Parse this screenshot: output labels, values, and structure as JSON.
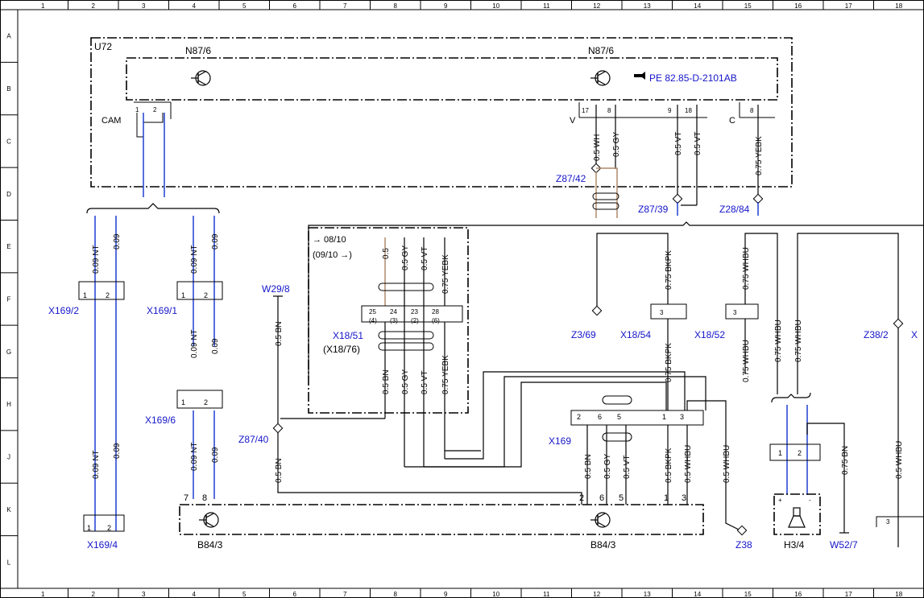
{
  "grid": {
    "columns": [
      "1",
      "2",
      "3",
      "4",
      "5",
      "6",
      "7",
      "8",
      "9",
      "10",
      "11",
      "12",
      "13",
      "14",
      "15",
      "16",
      "17",
      "18"
    ],
    "rows": [
      "A",
      "B",
      "C",
      "D",
      "E",
      "F",
      "G",
      "H",
      "J",
      "K",
      "L"
    ]
  },
  "components": {
    "u72": "U72",
    "n87_left": "N87/6",
    "n87_right": "N87/6",
    "cam": "CAM",
    "ref_icon": "hand-pointer-icon",
    "ref_text": "PE 82.85-D-2101AB",
    "v": "V",
    "c": "C",
    "b84_left": "B84/3",
    "b84_right": "B84/3",
    "h34": "H3/4",
    "w527": "W52/7",
    "z38": "Z38",
    "x169_4": "X169/4",
    "x169_2": "X169/2",
    "x169_1": "X169/1",
    "x169_6": "X169/6",
    "x169": "X169",
    "w29_8": "W29/8",
    "z87_40": "Z87/40",
    "z87_42": "Z87/42",
    "z87_39": "Z87/39",
    "z28_84": "Z28/84",
    "z3_69": "Z3/69",
    "x18_54": "X18/54",
    "x18_52": "X18/52",
    "z38_2": "Z38/2",
    "x_partial": "X",
    "x18_51": "X18/51",
    "x18_76": "(X18/76)",
    "from_date": "→ 08/10",
    "to_date": "(09/10 →)"
  },
  "pins": {
    "cam": [
      "1",
      "2"
    ],
    "n87_v": [
      "17",
      "8",
      "9",
      "18"
    ],
    "n87_c": [
      "8"
    ],
    "x169_left": [
      "1",
      "2"
    ],
    "x18_51_top": [
      "25",
      "24",
      "23",
      "28"
    ],
    "x18_51_sub": [
      "(4)",
      "(3)",
      "(2)",
      "(6)"
    ],
    "x18_54": [
      "3"
    ],
    "x18_52": [
      "3"
    ],
    "x169_main": [
      "2",
      "6",
      "5",
      "1",
      "3"
    ],
    "b84_left": [
      "7",
      "8"
    ],
    "b84_right": [
      "2",
      "6",
      "5",
      "1",
      "3"
    ],
    "h34": [
      "1",
      "2"
    ],
    "h34_pol": [
      "+",
      "-"
    ],
    "edge": [
      "3"
    ]
  },
  "wires": {
    "nt009": "0.09 NT",
    "w009": "0.09",
    "wh05": "0.5 WH",
    "gy05": "0.5 GY",
    "vt05": "0.5 VT",
    "yebk075": "0.75 YEBK",
    "bn05": "0.5 BN",
    "w05": "0.5",
    "bkpk075": "0.75 BKPK",
    "whbu075": "0.75 WHBU",
    "bkpk05": "0.5 BKPK",
    "whbu05": "0.5 WHBU",
    "bn075": "0.75 BN"
  },
  "colors": {
    "ink": "#000000",
    "blue_text": "#1515c9",
    "blue_wire": "#1f3fd1",
    "brown_wire": "#b08a6a"
  }
}
